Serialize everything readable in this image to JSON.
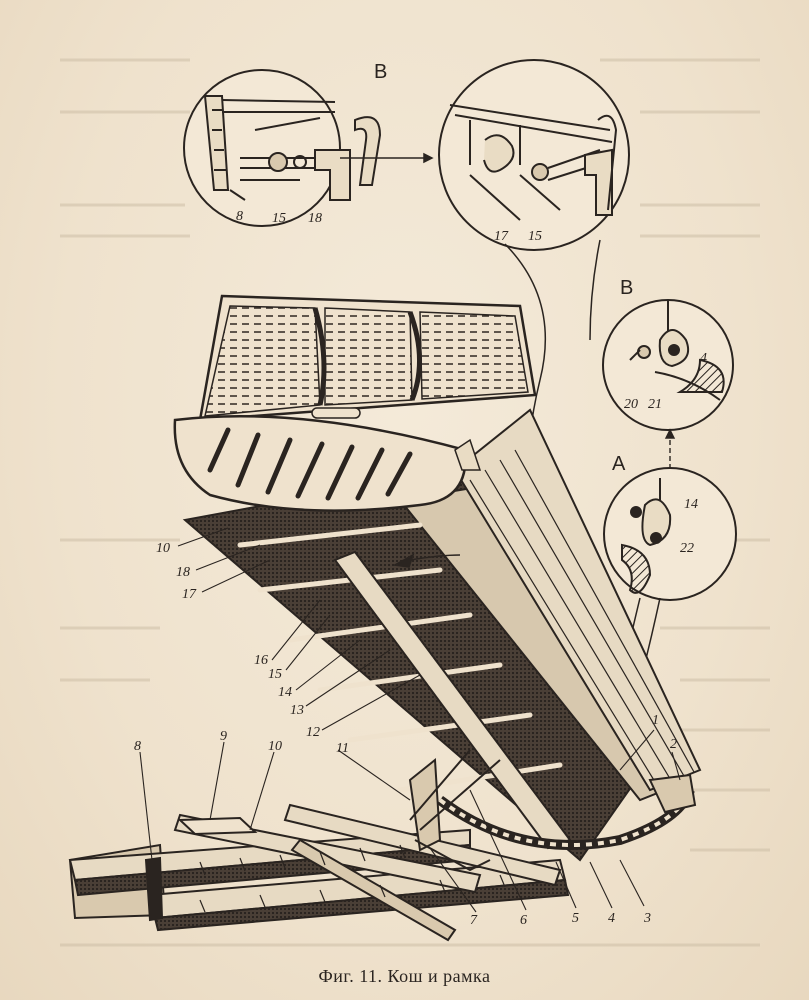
{
  "figure": {
    "caption": "Фиг. 11. Кош и рамка",
    "detail_views": {
      "b_upper": "В",
      "b_right": "В",
      "a_right": "А"
    },
    "callouts": {
      "detail_b_left": [
        "8",
        "15",
        "18"
      ],
      "detail_b_right": [
        "17",
        "15"
      ],
      "detail_b_small": [
        "4",
        "20",
        "21"
      ],
      "detail_a": [
        "14",
        "22"
      ],
      "main": [
        "10",
        "18",
        "17",
        "16",
        "15",
        "14",
        "13",
        "12",
        "11",
        "8",
        "9",
        "10",
        "1",
        "2",
        "3",
        "4",
        "5",
        "6",
        "7"
      ]
    }
  }
}
